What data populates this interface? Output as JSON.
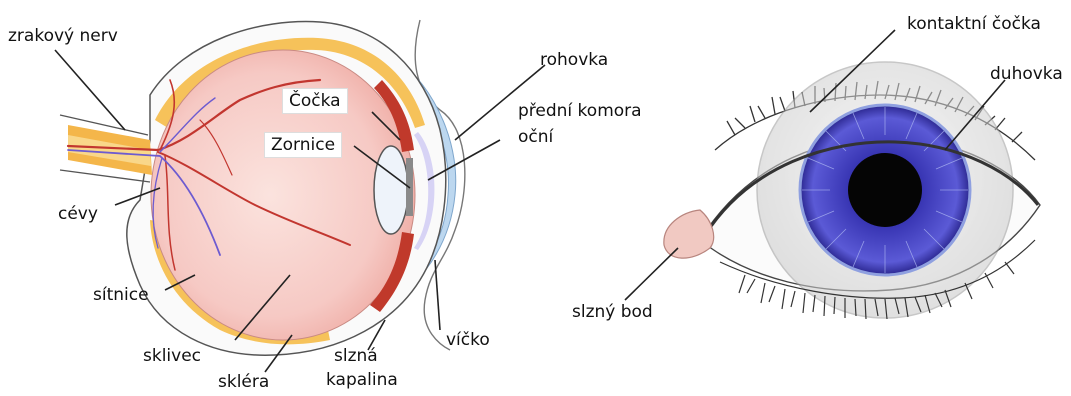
{
  "left_diagram": {
    "labels": {
      "optic_nerve": "zrakový nerv",
      "vessels": "cévy",
      "retina": "sítnice",
      "vitreous": "sklivec",
      "sclera": "skléra",
      "tear_fluid_1": "slzná",
      "tear_fluid_2": "kapalina",
      "eyelid": "víčko",
      "cornea": "rohovka",
      "anterior_chamber_1": "přední komora",
      "anterior_chamber_2": "oční",
      "lens": "Čočka",
      "pupil": "Zornice"
    }
  },
  "right_diagram": {
    "labels": {
      "contact_lens": "kontaktní čočka",
      "iris": "duhovka",
      "tear_point": "slzný bod"
    }
  },
  "colors": {
    "globe_fill": "#f6c9c4",
    "sclera_band": "#f6c25a",
    "vessel_red": "#c2362f",
    "vessel_blue": "#6d5bd0",
    "iris_blue": "#3b39b5",
    "lens_blue": "#cfe3f5"
  }
}
